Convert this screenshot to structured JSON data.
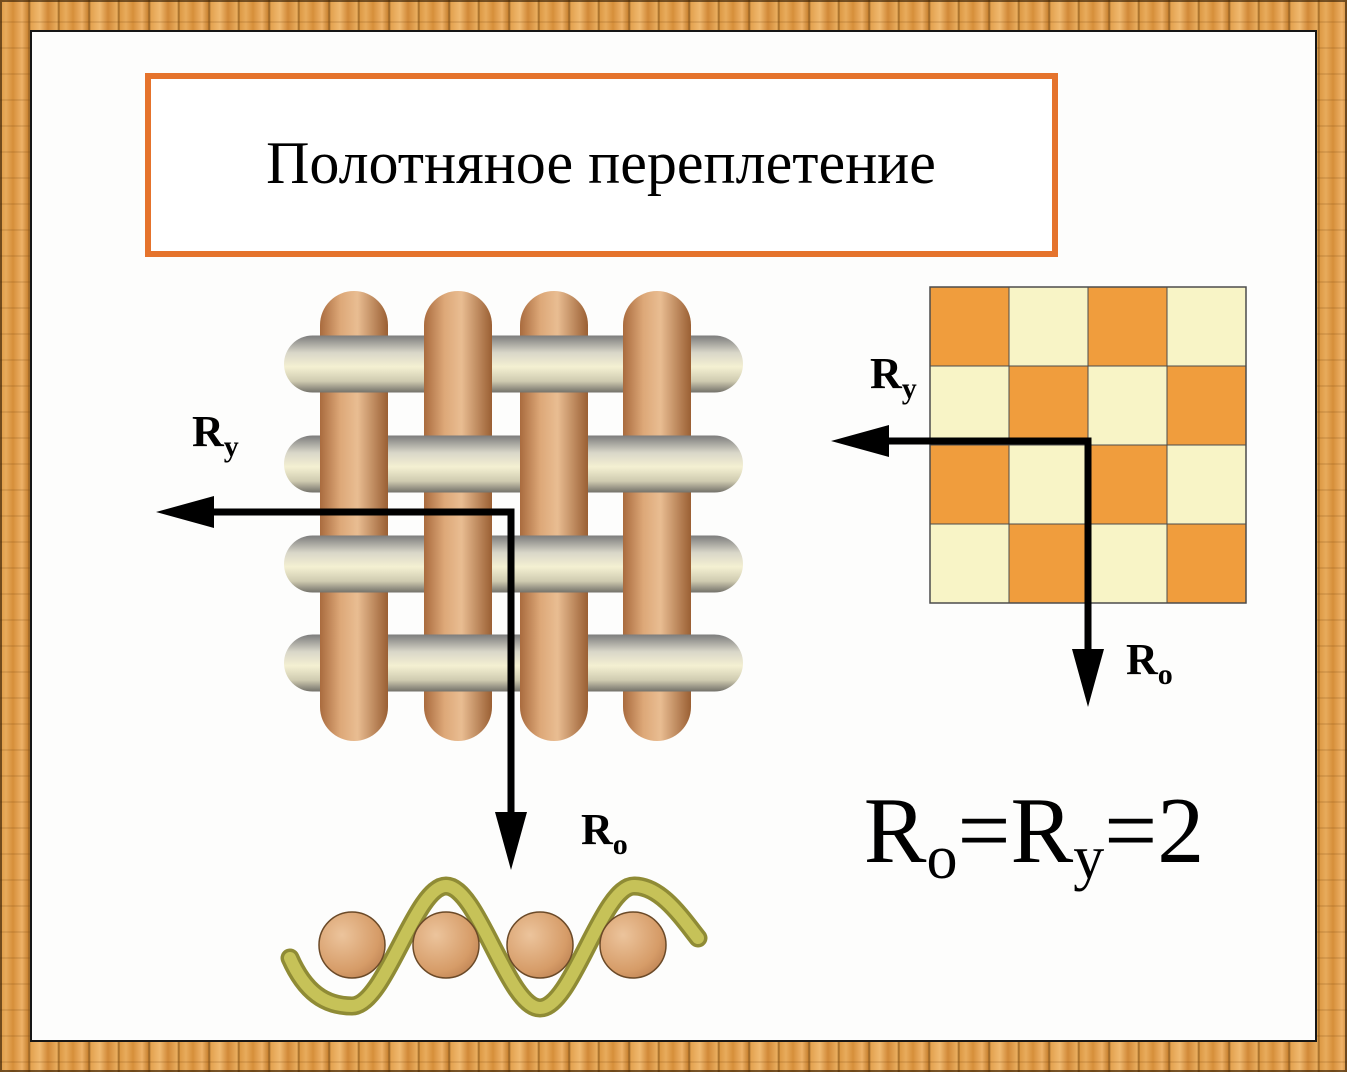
{
  "title": "Полотняное переплетение",
  "labels": {
    "ry": {
      "main": "R",
      "sub": "у"
    },
    "ro": {
      "main": "R",
      "sub": "о"
    }
  },
  "formula": {
    "r1": "R",
    "sub1": "о",
    "eq1": "=",
    "r2": "R",
    "sub2": "у",
    "eq2": "=",
    "value": "2"
  },
  "colors": {
    "frame_wood": "#e0a04e",
    "title_border": "#e5732c",
    "arrow": "#000000",
    "checker_orange": "#f09d3d",
    "checker_cream": "#f8f4c6",
    "checker_grid": "#4c4c4c",
    "warp_copper": "#d49a68",
    "weft_silver": "#e9e5cc",
    "wave_olive": "#b9b546",
    "wave_olive_dark": "#8f8b35"
  },
  "weave_diagram": {
    "warp_count": 4,
    "weft_count": 4,
    "interlacing": "plain",
    "weft_over_warp_when": "(row+col) even"
  },
  "checkerboard": {
    "rows": 4,
    "cols": 4,
    "pattern": [
      [
        1,
        0,
        1,
        0
      ],
      [
        0,
        1,
        0,
        1
      ],
      [
        1,
        0,
        1,
        0
      ],
      [
        0,
        1,
        0,
        1
      ]
    ]
  }
}
